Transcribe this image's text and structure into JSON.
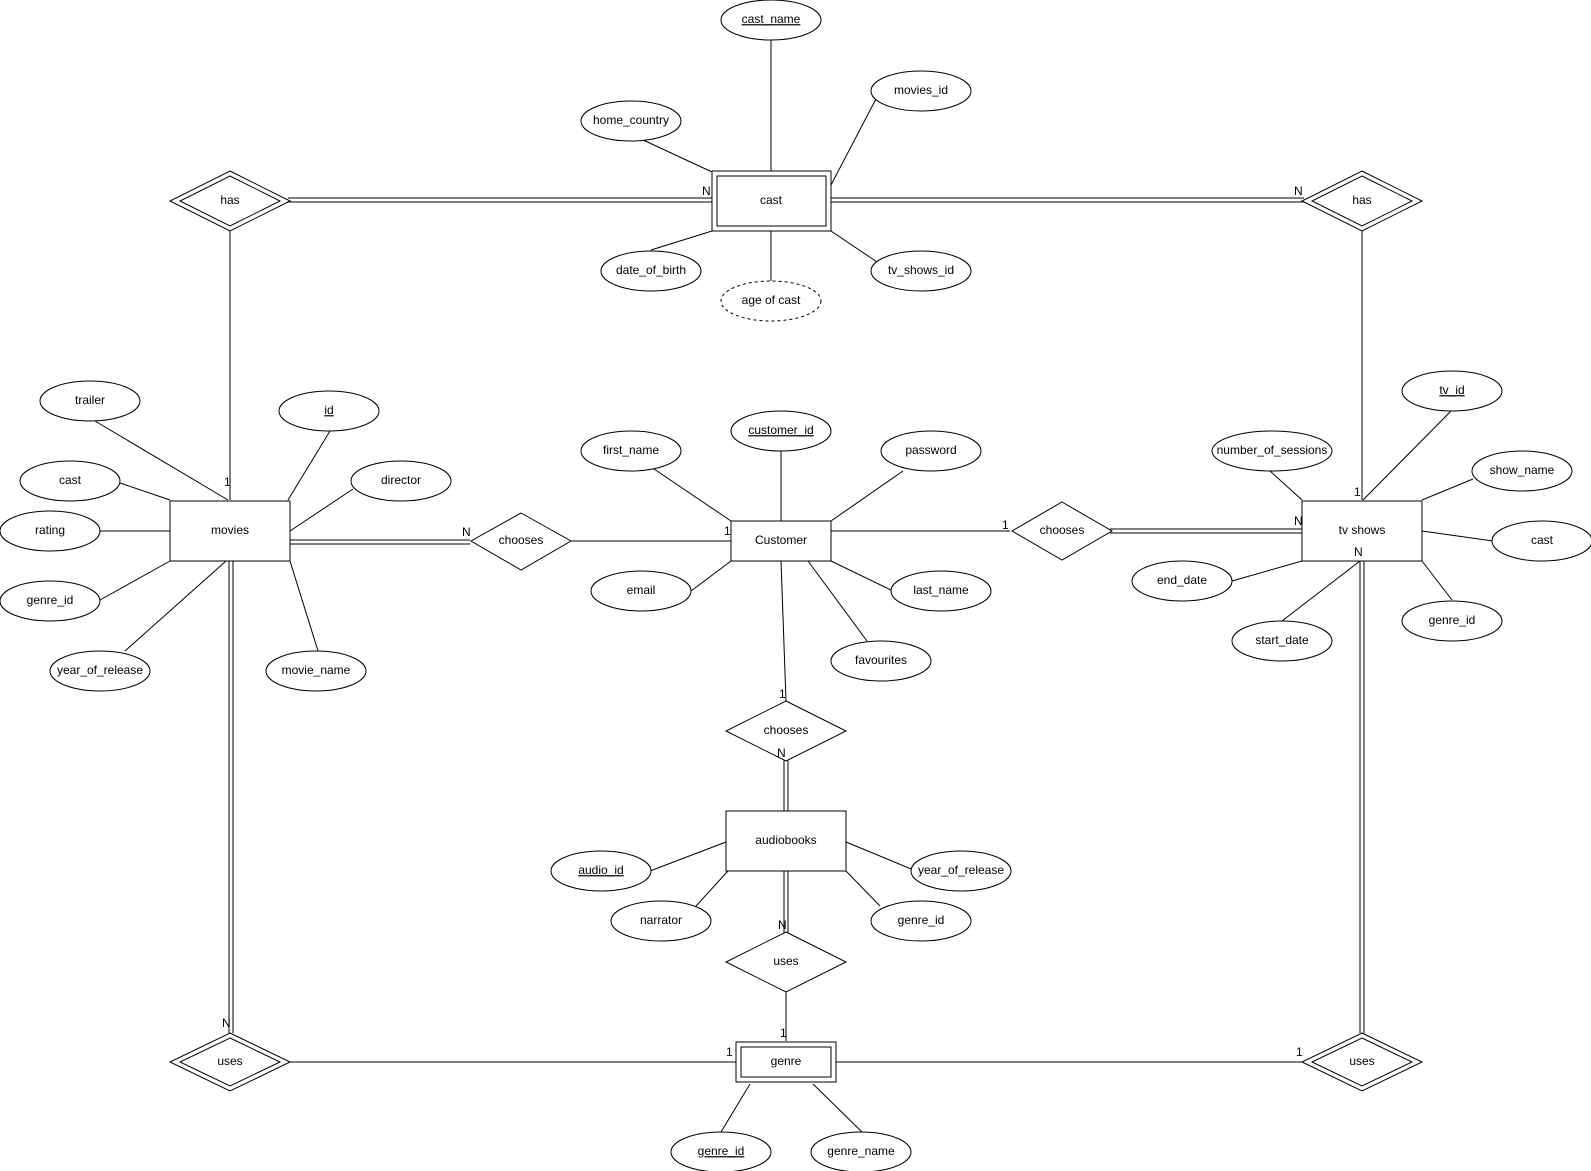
{
  "diagram": {
    "entities": [
      {
        "id": "cast",
        "label": "cast",
        "weak": true
      },
      {
        "id": "movies",
        "label": "movies",
        "weak": false
      },
      {
        "id": "customer",
        "label": "Customer",
        "weak": false
      },
      {
        "id": "tvshows",
        "label": "tv shows",
        "weak": false
      },
      {
        "id": "audiobooks",
        "label": "audiobooks",
        "weak": false
      },
      {
        "id": "genre",
        "label": "genre",
        "weak": true
      }
    ],
    "relationships": [
      {
        "id": "has_movies",
        "label": "has",
        "identifying": true
      },
      {
        "id": "has_tv",
        "label": "has",
        "identifying": true
      },
      {
        "id": "chooses_movies",
        "label": "chooses",
        "identifying": false
      },
      {
        "id": "chooses_tv",
        "label": "chooses",
        "identifying": false
      },
      {
        "id": "chooses_audio",
        "label": "chooses",
        "identifying": false
      },
      {
        "id": "uses_audio",
        "label": "uses",
        "identifying": false
      },
      {
        "id": "uses_movies",
        "label": "uses",
        "identifying": true
      },
      {
        "id": "uses_tv",
        "label": "uses",
        "identifying": true
      }
    ],
    "attributes": [
      {
        "id": "cast_name",
        "label": "cast_name",
        "key": true,
        "derived": false,
        "entity": "cast"
      },
      {
        "id": "cast_home_country",
        "label": "home_country",
        "key": false,
        "derived": false,
        "entity": "cast"
      },
      {
        "id": "cast_movies_id",
        "label": "movies_id",
        "key": false,
        "derived": false,
        "entity": "cast"
      },
      {
        "id": "cast_dob",
        "label": "date_of_birth",
        "key": false,
        "derived": false,
        "entity": "cast"
      },
      {
        "id": "cast_age",
        "label": "age of cast",
        "key": false,
        "derived": true,
        "entity": "cast"
      },
      {
        "id": "cast_tv_shows_id",
        "label": "tv_shows_id",
        "key": false,
        "derived": false,
        "entity": "cast"
      },
      {
        "id": "movies_trailer",
        "label": "trailer",
        "key": false,
        "derived": false,
        "entity": "movies"
      },
      {
        "id": "movies_id",
        "label": "id",
        "key": true,
        "derived": false,
        "entity": "movies"
      },
      {
        "id": "movies_cast",
        "label": "cast",
        "key": false,
        "derived": false,
        "entity": "movies"
      },
      {
        "id": "movies_director",
        "label": "director",
        "key": false,
        "derived": false,
        "entity": "movies"
      },
      {
        "id": "movies_rating",
        "label": "rating",
        "key": false,
        "derived": false,
        "entity": "movies"
      },
      {
        "id": "movies_genre_id",
        "label": "genre_id",
        "key": false,
        "derived": false,
        "entity": "movies"
      },
      {
        "id": "movies_year",
        "label": "year_of_release",
        "key": false,
        "derived": false,
        "entity": "movies"
      },
      {
        "id": "movies_name",
        "label": "movie_name",
        "key": false,
        "derived": false,
        "entity": "movies"
      },
      {
        "id": "cust_first_name",
        "label": "first_name",
        "key": false,
        "derived": false,
        "entity": "customer"
      },
      {
        "id": "cust_id",
        "label": "customer_id",
        "key": true,
        "derived": false,
        "entity": "customer"
      },
      {
        "id": "cust_password",
        "label": "password",
        "key": false,
        "derived": false,
        "entity": "customer"
      },
      {
        "id": "cust_email",
        "label": "email",
        "key": false,
        "derived": false,
        "entity": "customer"
      },
      {
        "id": "cust_last_name",
        "label": "last_name",
        "key": false,
        "derived": false,
        "entity": "customer"
      },
      {
        "id": "cust_favourites",
        "label": "favourites",
        "key": false,
        "derived": false,
        "entity": "customer"
      },
      {
        "id": "tv_id",
        "label": "tv_id",
        "key": true,
        "derived": false,
        "entity": "tvshows"
      },
      {
        "id": "tv_sessions",
        "label": "number_of_sessions",
        "key": false,
        "derived": false,
        "entity": "tvshows"
      },
      {
        "id": "tv_show_name",
        "label": "show_name",
        "key": false,
        "derived": false,
        "entity": "tvshows"
      },
      {
        "id": "tv_cast",
        "label": "cast",
        "key": false,
        "derived": false,
        "entity": "tvshows"
      },
      {
        "id": "tv_end_date",
        "label": "end_date",
        "key": false,
        "derived": false,
        "entity": "tvshows"
      },
      {
        "id": "tv_genre_id",
        "label": "genre_id",
        "key": false,
        "derived": false,
        "entity": "tvshows"
      },
      {
        "id": "tv_start_date",
        "label": "start_date",
        "key": false,
        "derived": false,
        "entity": "tvshows"
      },
      {
        "id": "audio_id",
        "label": "audio_id",
        "key": true,
        "derived": false,
        "entity": "audiobooks"
      },
      {
        "id": "audio_year",
        "label": "year_of_release",
        "key": false,
        "derived": false,
        "entity": "audiobooks"
      },
      {
        "id": "audio_narrator",
        "label": "narrator",
        "key": false,
        "derived": false,
        "entity": "audiobooks"
      },
      {
        "id": "audio_genre_id",
        "label": "genre_id",
        "key": false,
        "derived": false,
        "entity": "audiobooks"
      },
      {
        "id": "genre_id",
        "label": "genre_id",
        "key": true,
        "derived": false,
        "entity": "genre"
      },
      {
        "id": "genre_name",
        "label": "genre_name",
        "key": false,
        "derived": false,
        "entity": "genre"
      }
    ],
    "cardinalities": {
      "cast_has_movies": "N",
      "cast_has_tv": "N",
      "movies_has": "1",
      "tv_has": "1",
      "movies_chooses": "N",
      "customer_chooses_movies": "1",
      "customer_chooses_tv": "1",
      "tv_chooses": "N",
      "customer_chooses_audio": "1",
      "audio_chooses": "N",
      "audio_uses": "N",
      "genre_uses_audio": "1",
      "movies_uses": "N",
      "genre_uses_movies": "1",
      "tv_uses": "N",
      "genre_uses_tv": "1"
    }
  }
}
